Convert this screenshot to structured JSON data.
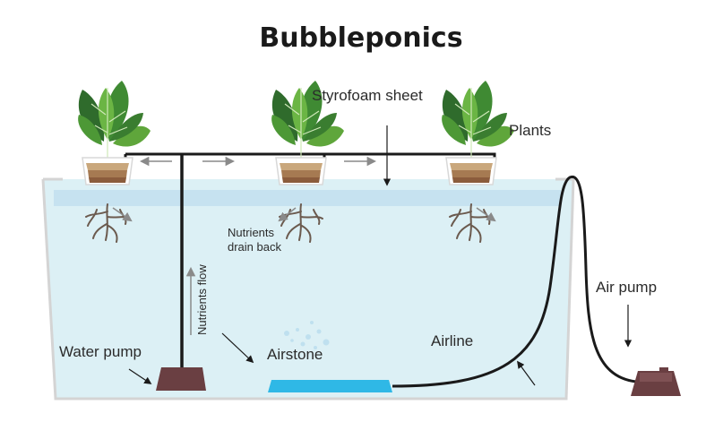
{
  "title": "Bubbleponics",
  "labels": {
    "styrofoam": "Styrofoam sheet",
    "plants": "Plants",
    "nutrients_drain": [
      "Nutrients",
      "drain back"
    ],
    "nutrients_flow": "Nutrients flow",
    "water_pump": "Water pump",
    "airstone": "Airstone",
    "airline": "Airline",
    "air_pump": "Air pump"
  },
  "colors": {
    "water": "#dcf0f5",
    "styrofoam": "#c6e2f0",
    "airstone": "#2fb8e6",
    "pump": "#6a3f42",
    "leaf_dark": "#2f6b2c",
    "leaf_light": "#5fa63b",
    "soil": "#a0714a",
    "stem_root": "#6b5a4e",
    "arrow": "#8a8a8a"
  },
  "icons": [
    "plant-icon",
    "water-pump-icon",
    "air-pump-icon",
    "airstone-icon",
    "bubbles-icon",
    "roots-icon"
  ]
}
